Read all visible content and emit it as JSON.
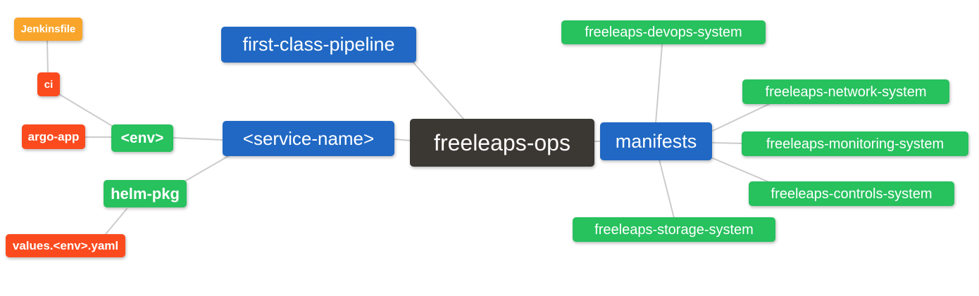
{
  "diagram": {
    "type": "mindmap",
    "root_label": "freeleaps-ops",
    "nodes": {
      "root": {
        "label": "freeleaps-ops",
        "color": "#3b3834"
      },
      "first_class_pipeline": {
        "label": "first-class-pipeline",
        "color": "#2068c4"
      },
      "service_name": {
        "label": "<service-name>",
        "color": "#2068c4"
      },
      "manifests": {
        "label": "manifests",
        "color": "#2068c4"
      },
      "env": {
        "label": "<env>",
        "color": "#27c15e"
      },
      "helm_pkg": {
        "label": "helm-pkg",
        "color": "#27c15e"
      },
      "ci": {
        "label": "ci",
        "color": "#fb4b1e"
      },
      "argo_app": {
        "label": "argo-app",
        "color": "#fb4b1e"
      },
      "values_env_yaml": {
        "label": "values.<env>.yaml",
        "color": "#fb4b1e"
      },
      "jenkinsfile": {
        "label": "Jenkinsfile",
        "color": "#f9a52b"
      },
      "devops_system": {
        "label": "freeleaps-devops-system",
        "color": "#27c15e"
      },
      "network_system": {
        "label": "freeleaps-network-system",
        "color": "#27c15e"
      },
      "monitoring_system": {
        "label": "freeleaps-monitoring-system",
        "color": "#27c15e"
      },
      "controls_system": {
        "label": "freeleaps-controls-system",
        "color": "#27c15e"
      },
      "storage_system": {
        "label": "freeleaps-storage-system",
        "color": "#27c15e"
      }
    },
    "edges": [
      [
        "Jenkinsfile",
        "ci"
      ],
      [
        "ci",
        "<env>"
      ],
      [
        "argo-app",
        "<env>"
      ],
      [
        "<env>",
        "<service-name>"
      ],
      [
        "helm-pkg",
        "<service-name>"
      ],
      [
        "values.<env>.yaml",
        "helm-pkg"
      ],
      [
        "first-class-pipeline",
        "freeleaps-ops"
      ],
      [
        "<service-name>",
        "freeleaps-ops"
      ],
      [
        "freeleaps-ops",
        "manifests"
      ],
      [
        "manifests",
        "freeleaps-devops-system"
      ],
      [
        "manifests",
        "freeleaps-network-system"
      ],
      [
        "manifests",
        "freeleaps-monitoring-system"
      ],
      [
        "manifests",
        "freeleaps-controls-system"
      ],
      [
        "manifests",
        "freeleaps-storage-system"
      ]
    ],
    "palette": {
      "node_blue": "#2068c4",
      "node_green": "#27c15e",
      "node_orange": "#f9a52b",
      "node_red": "#fb4b1e",
      "node_dark": "#3b3834",
      "edge_gray": "#cccccc",
      "text": "#ffffff",
      "background": "#ffffff"
    }
  }
}
